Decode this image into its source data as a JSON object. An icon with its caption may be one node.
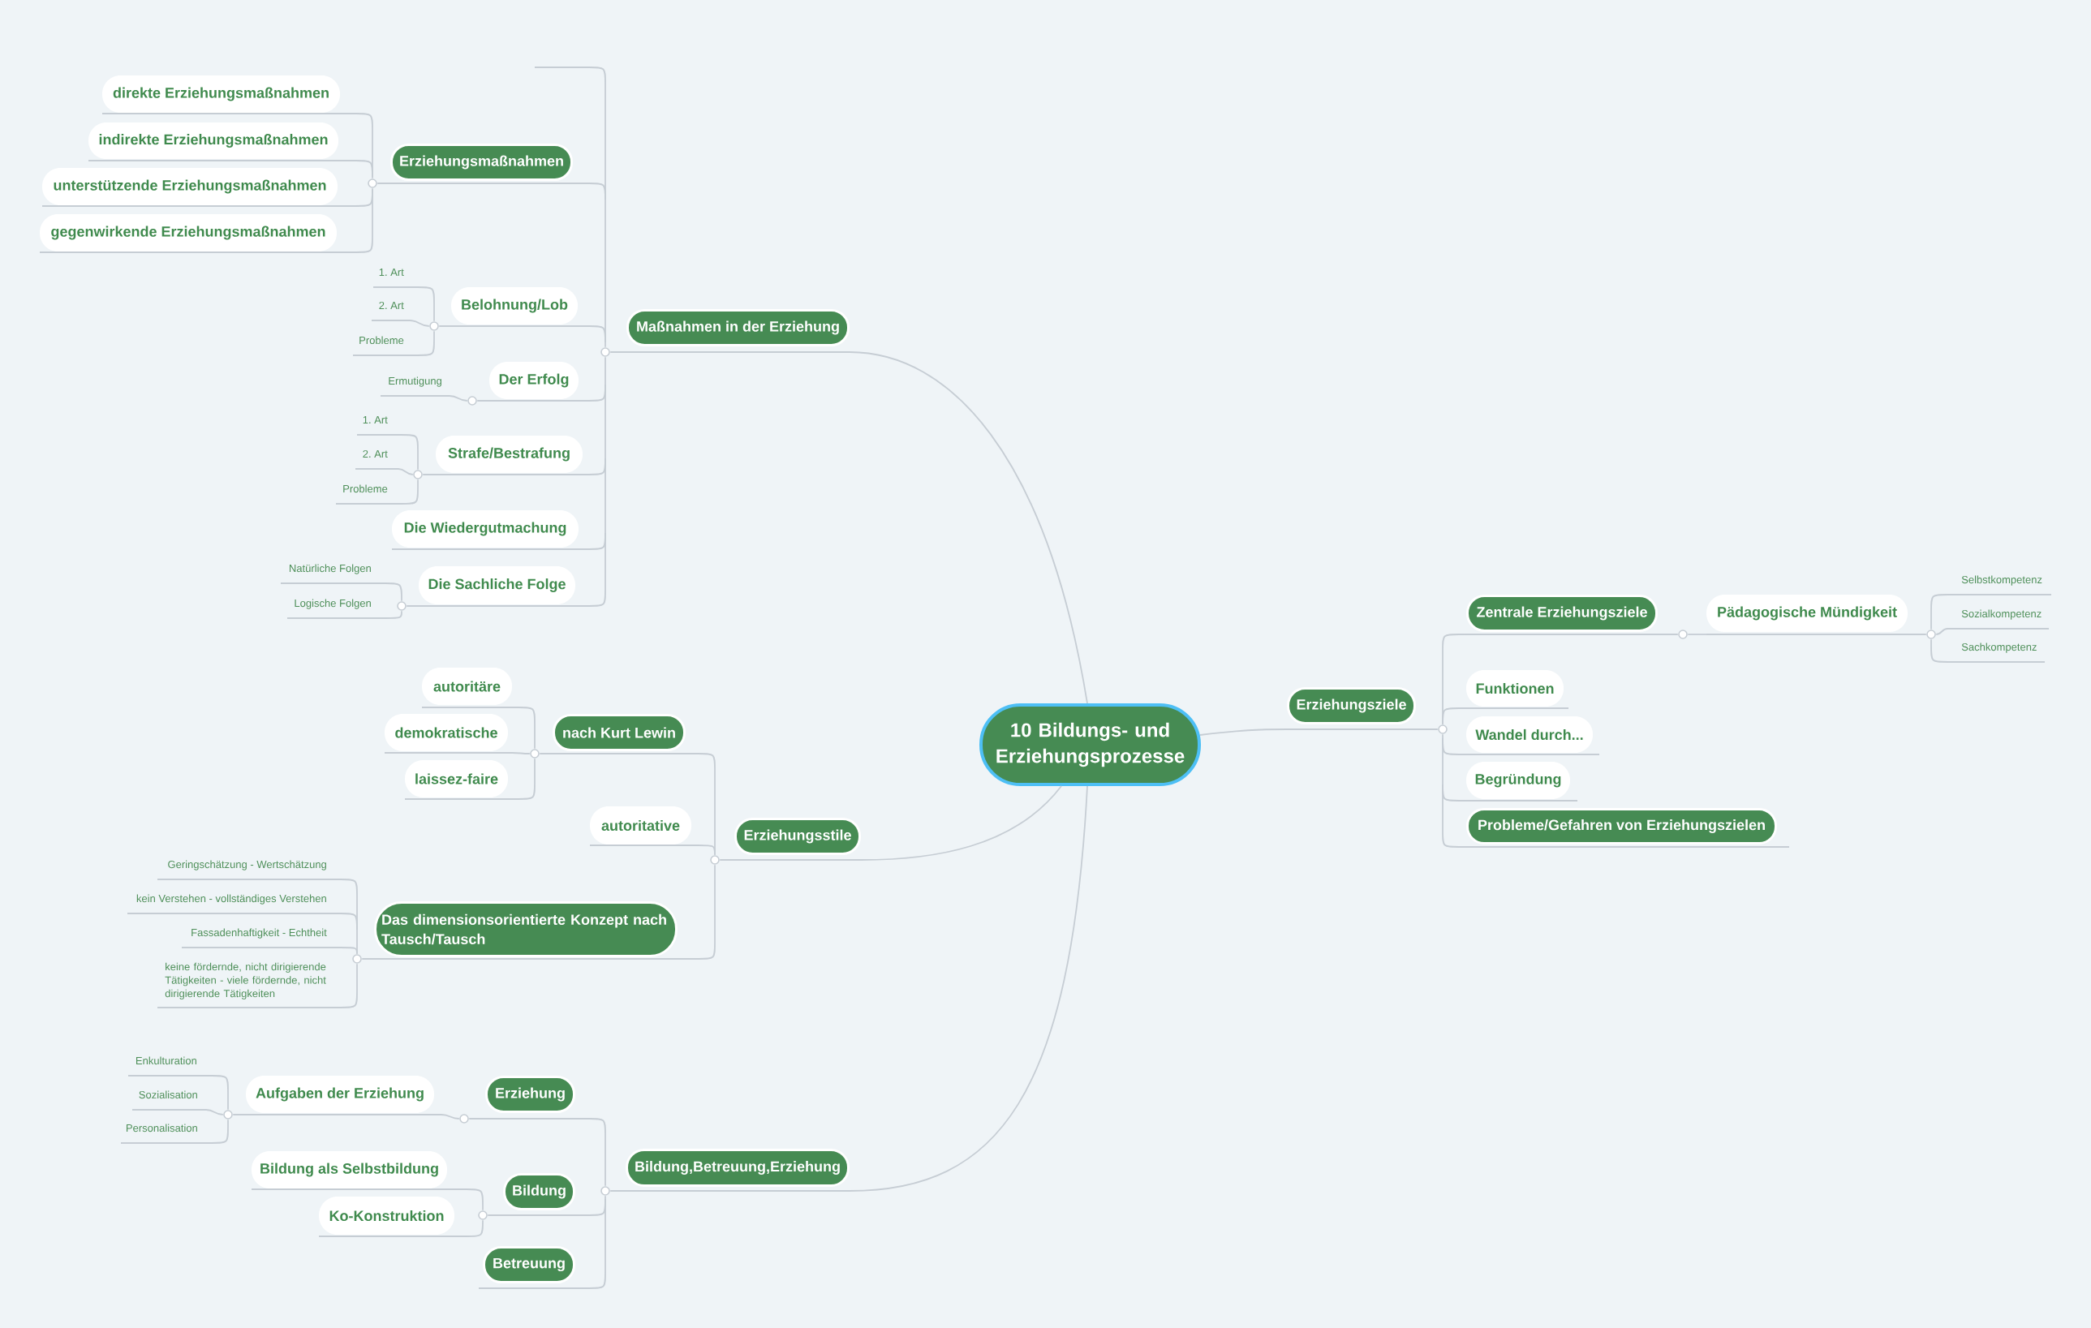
{
  "diagram": {
    "nodes": [
      {
        "text": [
          "10 Bildungs- und Erziehungsprozesse"
        ]
      },
      {
        "text": [
          "Maßnahmen in der Erziehung"
        ]
      },
      {
        "text": [],
        "shape": "line"
      },
      {
        "text": [
          "Erziehungsmaßnahmen"
        ]
      },
      {
        "text": [
          "direkte Erziehungsmaßnahmen"
        ]
      },
      {
        "text": [
          "indirekte Erziehungsmaßnahmen"
        ]
      },
      {
        "text": [
          "unterstützende Erziehungsmaßnahmen"
        ]
      },
      {
        "text": [
          "gegenwirkende Erziehungsmaßnahmen"
        ]
      },
      {
        "text": [
          "Belohnung/Lob"
        ]
      },
      {
        "text": [
          "1. Art"
        ]
      },
      {
        "text": [
          "2. Art"
        ]
      },
      {
        "text": [
          "Probleme"
        ]
      },
      {
        "text": [
          "Der Erfolg"
        ]
      },
      {
        "text": [
          "Ermutigung"
        ]
      },
      {
        "text": [
          "Strafe/Bestrafung"
        ]
      },
      {
        "text": [
          "1. Art"
        ]
      },
      {
        "text": [
          "2. Art"
        ]
      },
      {
        "text": [
          "Probleme"
        ]
      },
      {
        "text": [
          "Die Wiedergutmachung"
        ]
      },
      {
        "text": [
          "Die Sachliche Folge"
        ]
      },
      {
        "text": [
          "Natürliche Folgen"
        ]
      },
      {
        "text": [
          "Logische Folgen"
        ]
      },
      {
        "text": [
          "Erziehungsstile"
        ]
      },
      {
        "text": [
          "nach Kurt Lewin"
        ]
      },
      {
        "text": [
          "autoritäre"
        ]
      },
      {
        "text": [
          "demokratische"
        ]
      },
      {
        "text": [
          "laissez-faire"
        ]
      },
      {
        "text": [
          "autoritative"
        ]
      },
      {
        "text": [
          "Das dimensionsorientierte Konzept nach Tausch/Tausch"
        ]
      },
      {
        "text": [
          "Geringschätzung - Wertschätzung"
        ]
      },
      {
        "text": [
          "kein Verstehen - vollständiges Verstehen"
        ]
      },
      {
        "text": [
          "Fassadenhaftigkeit - Echtheit"
        ]
      },
      {
        "text": [
          "keine fördernde, nicht dirigierende Tätigkeiten - viele fördernde, nicht dirigierende Tätigkeiten"
        ]
      },
      {
        "text": [
          "Bildung,Betreuung,Erziehung"
        ]
      },
      {
        "text": [
          "Erziehung"
        ]
      },
      {
        "text": [
          "Aufgaben der Erziehung"
        ]
      },
      {
        "text": [
          "Enkulturation"
        ]
      },
      {
        "text": [
          "Sozialisation"
        ]
      },
      {
        "text": [
          "Personalisation"
        ]
      },
      {
        "text": [
          "Bildung"
        ]
      },
      {
        "text": [
          "Bildung als Selbstbildung"
        ]
      },
      {
        "text": [
          "Ko-Konstruktion"
        ]
      },
      {
        "text": [
          "Betreuung"
        ]
      },
      {
        "text": [
          "Erziehungsziele"
        ]
      },
      {
        "text": [
          "Zentrale Erziehungsziele"
        ]
      },
      {
        "text": [
          "Pädagogische Mündigkeit"
        ]
      },
      {
        "text": [
          "Selbstkompetenz"
        ]
      },
      {
        "text": [
          "Sozialkompetenz"
        ]
      },
      {
        "text": [
          "Sachkompetenz"
        ]
      },
      {
        "text": [
          "Funktionen"
        ]
      },
      {
        "text": [
          "Wandel durch..."
        ]
      },
      {
        "text": [
          "Begründung"
        ]
      },
      {
        "text": [
          "Probleme/Gefahren von Erziehungszielen"
        ]
      }
    ],
    "edges": [
      {
        "from": 0,
        "to": 1,
        "arrow": "none"
      },
      {
        "from": 1,
        "to": 2,
        "arrow": "none"
      },
      {
        "from": 1,
        "to": 3,
        "arrow": "none"
      },
      {
        "from": 3,
        "to": 4,
        "arrow": "none"
      },
      {
        "from": 3,
        "to": 5,
        "arrow": "none"
      },
      {
        "from": 3,
        "to": 6,
        "arrow": "none"
      },
      {
        "from": 3,
        "to": 7,
        "arrow": "none"
      },
      {
        "from": 1,
        "to": 8,
        "arrow": "none"
      },
      {
        "from": 8,
        "to": 9,
        "arrow": "none"
      },
      {
        "from": 8,
        "to": 10,
        "arrow": "none"
      },
      {
        "from": 8,
        "to": 11,
        "arrow": "none"
      },
      {
        "from": 1,
        "to": 12,
        "arrow": "none"
      },
      {
        "from": 12,
        "to": 13,
        "arrow": "none"
      },
      {
        "from": 1,
        "to": 14,
        "arrow": "none"
      },
      {
        "from": 14,
        "to": 15,
        "arrow": "none"
      },
      {
        "from": 14,
        "to": 16,
        "arrow": "none"
      },
      {
        "from": 14,
        "to": 17,
        "arrow": "none"
      },
      {
        "from": 1,
        "to": 18,
        "arrow": "none"
      },
      {
        "from": 1,
        "to": 19,
        "arrow": "none"
      },
      {
        "from": 19,
        "to": 20,
        "arrow": "none"
      },
      {
        "from": 19,
        "to": 21,
        "arrow": "none"
      },
      {
        "from": 0,
        "to": 22,
        "arrow": "none"
      },
      {
        "from": 22,
        "to": 23,
        "arrow": "none"
      },
      {
        "from": 23,
        "to": 24,
        "arrow": "none"
      },
      {
        "from": 23,
        "to": 25,
        "arrow": "none"
      },
      {
        "from": 23,
        "to": 26,
        "arrow": "none"
      },
      {
        "from": 22,
        "to": 27,
        "arrow": "none"
      },
      {
        "from": 22,
        "to": 28,
        "arrow": "none"
      },
      {
        "from": 28,
        "to": 29,
        "arrow": "none"
      },
      {
        "from": 28,
        "to": 30,
        "arrow": "none"
      },
      {
        "from": 28,
        "to": 31,
        "arrow": "none"
      },
      {
        "from": 28,
        "to": 32,
        "arrow": "none"
      },
      {
        "from": 0,
        "to": 33,
        "arrow": "none"
      },
      {
        "from": 33,
        "to": 34,
        "arrow": "none"
      },
      {
        "from": 34,
        "to": 35,
        "arrow": "none"
      },
      {
        "from": 35,
        "to": 36,
        "arrow": "none"
      },
      {
        "from": 35,
        "to": 37,
        "arrow": "none"
      },
      {
        "from": 35,
        "to": 38,
        "arrow": "none"
      },
      {
        "from": 33,
        "to": 39,
        "arrow": "none"
      },
      {
        "from": 39,
        "to": 40,
        "arrow": "none"
      },
      {
        "from": 39,
        "to": 41,
        "arrow": "none"
      },
      {
        "from": 33,
        "to": 42,
        "arrow": "none"
      },
      {
        "from": 0,
        "to": 43,
        "arrow": "none"
      },
      {
        "from": 43,
        "to": 44,
        "arrow": "none"
      },
      {
        "from": 44,
        "to": 45,
        "arrow": "none"
      },
      {
        "from": 45,
        "to": 46,
        "arrow": "none"
      },
      {
        "from": 45,
        "to": 47,
        "arrow": "none"
      },
      {
        "from": 45,
        "to": 48,
        "arrow": "none"
      },
      {
        "from": 43,
        "to": 49,
        "arrow": "none"
      },
      {
        "from": 43,
        "to": 50,
        "arrow": "none"
      },
      {
        "from": 43,
        "to": 51,
        "arrow": "none"
      },
      {
        "from": 43,
        "to": 52,
        "arrow": "none"
      }
    ]
  }
}
